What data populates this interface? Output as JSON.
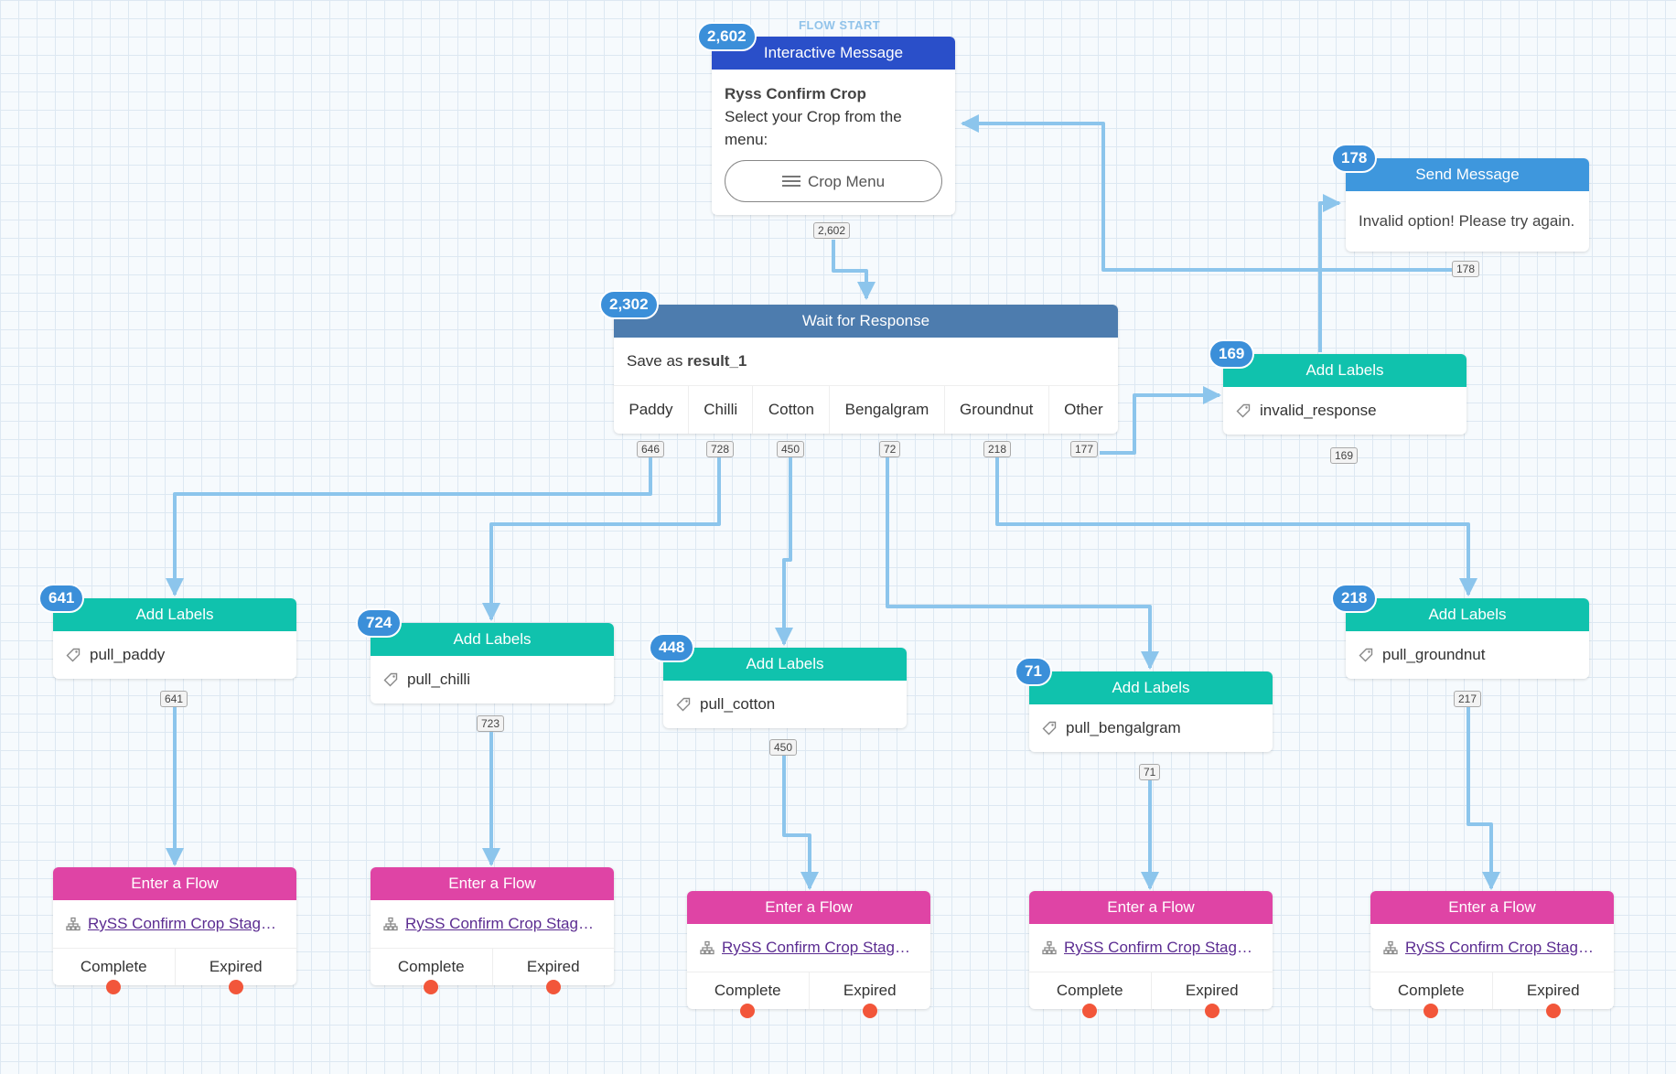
{
  "flow_start_label": "FLOW START",
  "colors": {
    "wire": "#8cc5ec",
    "interactive_header": "#2a4fc9",
    "send_header": "#3e97dd",
    "wait_header": "#4d7cae",
    "labels_header": "#10c2ad",
    "flow_header": "#df44a5",
    "badge": "#3b8fd9",
    "exit_dot": "#f2563a"
  },
  "interactive": {
    "badge": "2,602",
    "title": "Interactive Message",
    "name": "Ryss Confirm Crop",
    "text": "Select your Crop from the menu:",
    "menu_button": "Crop Menu",
    "exit_count": "2,602"
  },
  "send_message": {
    "badge": "178",
    "title": "Send Message",
    "text": "Invalid option! Please try again.",
    "exit_count": "178"
  },
  "wait": {
    "badge": "2,302",
    "title": "Wait for Response",
    "save_prefix": "Save as",
    "save_var": "result_1",
    "cases": [
      {
        "label": "Paddy",
        "count": "646"
      },
      {
        "label": "Chilli",
        "count": "728"
      },
      {
        "label": "Cotton",
        "count": "450"
      },
      {
        "label": "Bengalgram",
        "count": "72"
      },
      {
        "label": "Groundnut",
        "count": "218"
      },
      {
        "label": "Other",
        "count": "177"
      }
    ]
  },
  "invalid_labels": {
    "badge": "169",
    "title": "Add Labels",
    "label": "invalid_response",
    "exit_count": "169"
  },
  "add_labels": [
    {
      "badge": "641",
      "title": "Add Labels",
      "label": "pull_paddy",
      "exit_count": "641"
    },
    {
      "badge": "724",
      "title": "Add Labels",
      "label": "pull_chilli",
      "exit_count": "723"
    },
    {
      "badge": "448",
      "title": "Add Labels",
      "label": "pull_cotton",
      "exit_count": "450"
    },
    {
      "badge": "71",
      "title": "Add Labels",
      "label": "pull_bengalgram",
      "exit_count": "71"
    },
    {
      "badge": "218",
      "title": "Add Labels",
      "label": "pull_groundnut",
      "exit_count": "217"
    }
  ],
  "enter_flows": [
    {
      "title": "Enter a Flow",
      "flow": "RySS Confirm Crop Stage ...",
      "complete": "Complete",
      "expired": "Expired"
    },
    {
      "title": "Enter a Flow",
      "flow": "RySS Confirm Crop Stage ...",
      "complete": "Complete",
      "expired": "Expired"
    },
    {
      "title": "Enter a Flow",
      "flow": "RySS Confirm Crop Stage ...",
      "complete": "Complete",
      "expired": "Expired"
    },
    {
      "title": "Enter a Flow",
      "flow": "RySS Confirm Crop Stage ...",
      "complete": "Complete",
      "expired": "Expired"
    },
    {
      "title": "Enter a Flow",
      "flow": "RySS Confirm Crop Stage ...",
      "complete": "Complete",
      "expired": "Expired"
    }
  ]
}
